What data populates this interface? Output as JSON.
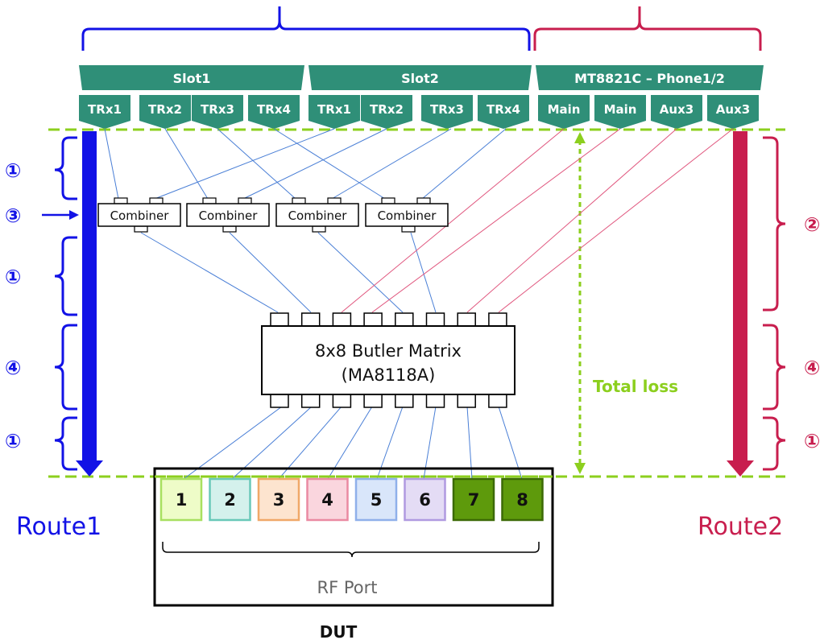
{
  "colors": {
    "group_green": "#2f8f78",
    "route1_blue": "#1212e6",
    "route2_red": "#c81e4e",
    "thin_blue": "#4a7fd6",
    "thin_red": "#e0567e",
    "loss_green": "#8ccf1e",
    "tab_green": "#2f8f78"
  },
  "groups": [
    {
      "label": "Slot1"
    },
    {
      "label": "Slot2"
    },
    {
      "label": "MT8821C – Phone1/2"
    }
  ],
  "ports_top": [
    "TRx1",
    "TRx2",
    "TRx3",
    "TRx4",
    "TRx1",
    "TRx2",
    "TRx3",
    "TRx4",
    "Main",
    "Main",
    "Aux3",
    "Aux3"
  ],
  "combiners": [
    "Combiner",
    "Combiner",
    "Combiner",
    "Combiner"
  ],
  "butler": {
    "line1": "8x8 Butler Matrix",
    "line2": "(MA8118A)"
  },
  "rf_ports": [
    {
      "label": "1",
      "fill": "#eefcc8",
      "stroke": "#a8e060"
    },
    {
      "label": "2",
      "fill": "#d4f1ec",
      "stroke": "#68c8b8"
    },
    {
      "label": "3",
      "fill": "#fde4cf",
      "stroke": "#f0a868"
    },
    {
      "label": "4",
      "fill": "#fad6de",
      "stroke": "#ea8aa2"
    },
    {
      "label": "5",
      "fill": "#d9e6fa",
      "stroke": "#8fb0ea"
    },
    {
      "label": "6",
      "fill": "#e4dcf5",
      "stroke": "#b09ae0"
    },
    {
      "label": "7",
      "fill": "#5e9a0c",
      "stroke": "#3c6a06"
    },
    {
      "label": "8",
      "fill": "#5e9a0c",
      "stroke": "#3c6a06"
    }
  ],
  "rf_port_label": "RF Port",
  "dut_label": "DUT",
  "route1_label": "Route1",
  "route2_label": "Route2",
  "total_loss_label": "Total loss",
  "left_markers": [
    "①",
    "③",
    "①",
    "④",
    "①"
  ],
  "right_markers": [
    "②",
    "④",
    "①"
  ]
}
